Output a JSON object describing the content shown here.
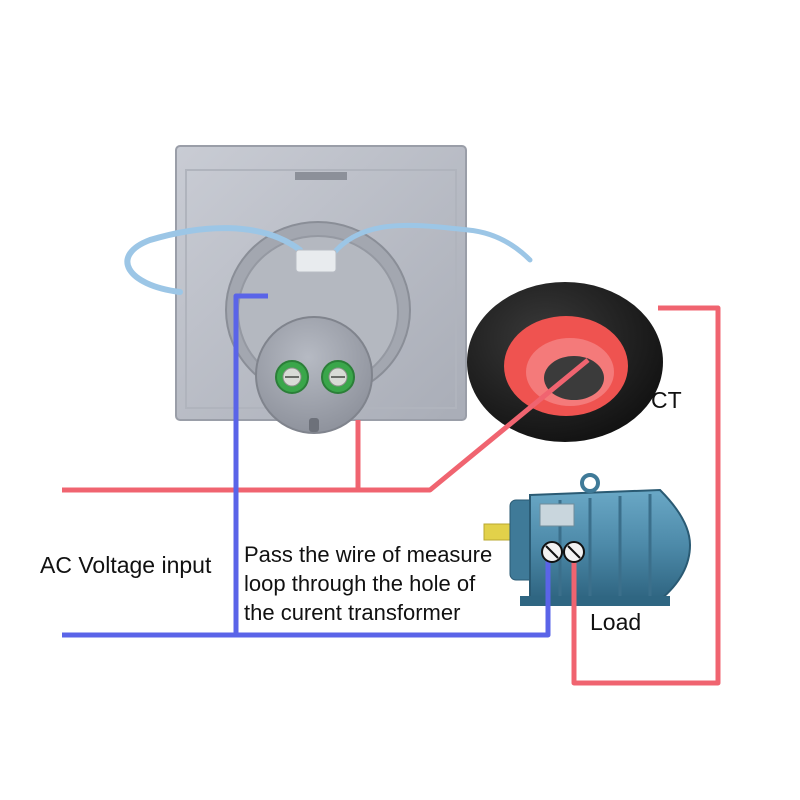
{
  "labels": {
    "ac_voltage_input": "AC Voltage input",
    "pass_wire": [
      "Pass the wire of measure",
      "loop through the hole of",
      "the curent transformer"
    ],
    "ct": "CT",
    "load": "Load"
  },
  "colors": {
    "live_wire": "#f06470",
    "neutral_wire": "#5a64e8",
    "meter_body": "#b8bcc6",
    "meter_face": "#9da1ab",
    "ct_core": "#1c1c1c",
    "ct_window": "#ef5350",
    "motor_body": "#4f8fae",
    "terminal_green": "#3aa64a",
    "signal_cable": "#9cc6e6"
  },
  "icons": [
    "voltmeter-ammeter-device",
    "current-transformer-icon",
    "motor-icon"
  ]
}
